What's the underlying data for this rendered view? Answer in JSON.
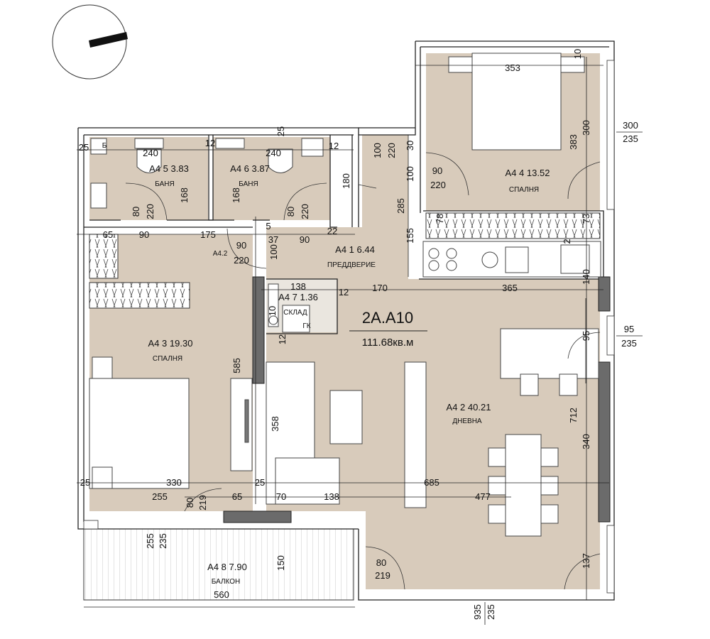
{
  "unit": {
    "code": "2A.A10",
    "area": "111.68кв.м"
  },
  "rooms": [
    {
      "id": "bath-5",
      "code": "A4 5 3.83",
      "name": "БАНЯ"
    },
    {
      "id": "bath-6",
      "code": "A4 6 3.87",
      "name": "БАНЯ"
    },
    {
      "id": "bed-4",
      "code": "A4 4 13.52",
      "name": "СПАЛНЯ"
    },
    {
      "id": "hall-1",
      "code": "A4 1   6.44",
      "name": "ПРЕДДВЕРИЕ"
    },
    {
      "id": "store-7",
      "code": "A4 7 1.36",
      "name": "СКЛАД"
    },
    {
      "id": "bed-3",
      "code": "A4 3 19.30",
      "name": "СПАЛНЯ"
    },
    {
      "id": "living-2",
      "code": "A4 2 40.21",
      "name": "ДНЕВНА"
    },
    {
      "id": "balcony-8",
      "code": "A4 8 7.90",
      "name": "БАЛКОН"
    }
  ],
  "labels": {
    "a42": "A4.2",
    "gk": "ГК",
    "b": "Б"
  },
  "dims": {
    "d25a": "25",
    "d240a": "240",
    "d12a": "12",
    "d240b": "240",
    "d25b": "25",
    "d12b": "12",
    "d168a": "168",
    "d168b": "168",
    "d80a": "80",
    "d220a": "220",
    "d80b": "80",
    "d220b": "220",
    "d180": "180",
    "d100a": "100",
    "d220c": "220",
    "d30a": "30",
    "d100b": "100",
    "d90a": "90",
    "d220d": "220",
    "d285": "285",
    "d155": "155",
    "d353": "353",
    "d10a": "10",
    "d300a": "300",
    "d383": "383",
    "d78": "78",
    "d73": "73",
    "d2": "2",
    "d65a": "65",
    "d90b": "90",
    "d175": "175",
    "d5": "5",
    "d37": "37",
    "d90c": "90",
    "d22": "22",
    "d90d": "90",
    "d220e": "220",
    "d100c": "100",
    "d138a": "138",
    "d12c": "12",
    "d170": "170",
    "d365": "365",
    "d140": "140",
    "d10b": "10",
    "d12d": "12",
    "d585": "585",
    "d358": "358",
    "d95a": "95",
    "d712": "712",
    "d340": "340",
    "d25c": "25",
    "d330": "330",
    "d25d": "25",
    "d685": "685",
    "d255a": "255",
    "d80c": "80",
    "d219a": "219",
    "d65b": "65",
    "d70": "70",
    "d138b": "138",
    "d477": "477",
    "d255b": "255",
    "d235a": "235",
    "d150": "150",
    "d560": "560",
    "d80d": "80",
    "d219b": "219",
    "d137": "137"
  },
  "external_dims": {
    "top_right_a": "300",
    "top_right_b": "235",
    "mid_right_a": "95",
    "mid_right_b": "235",
    "bottom_a": "935",
    "bottom_b": "235"
  }
}
